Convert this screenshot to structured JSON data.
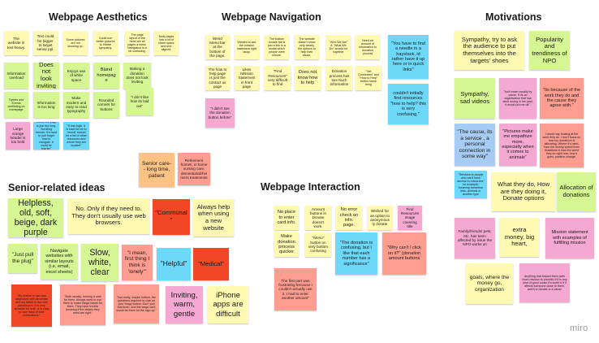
{
  "board": {
    "headings": {
      "aesthetics": "Webpage Aesthetics",
      "navigation": "Webpage Navigation",
      "motivations": "Motivations",
      "senior": "Senior-related ideas",
      "interaction": "Webpage Interaction"
    },
    "watermark": "miro",
    "notes": {
      "aesthetics": [
        "The website is text-heavy.",
        "Text could be bigger to target senior ppl.",
        "Some pictures are not showing up.",
        "Could use better pictures to invoke sympathy.",
        "The page layout of the head are all pages a mess. Navigation is a bit confusing.",
        "Most pages has a lot of blank space and text-aligned.",
        "Information overload",
        "Does not look inviting",
        "Enjoys use of white space",
        "Bland homepage",
        "Making a donation does not look inviting",
        "Tweets and Events conflicting on homepage",
        "Information is too long",
        "Make modern and easy to read typography",
        "Rounded corners for buttons",
        "\"I don't like how its laid out\"",
        "Large orange header is too bold",
        "\"I think the page is just too long. Scrolling forever. It's hard to just forget how to navigate. it could be shorter\"",
        "\"It has logic. It is hard for be to 'recruit' should be a list of other resources and where they are located\""
      ],
      "navigation": [
        "Weird Menu bar at the bottom of the page.",
        "Wanted to see the mission statement right away.",
        "The bottom donate tab is just a link to a modal which people were unsure.",
        "The website doesn't show very clearly the options to help their cause.",
        "\"Who We Are\" & \"What We Do\" should be together",
        "Need an amount of information to donation process",
        "\"You have to find a needle in a haystack, id rather have it up here or in quick links\"",
        "The how to help page is just the contact us page",
        "Likes Mission Statement in front page",
        "\"Find Resources\" very difficult to find",
        "Does not know how to help",
        "Donation process has too much information",
        "\"Get Connected\" and \"How to Help\" button same thing",
        "couldn't initially find resources \"how to help? this is very confusing.\"",
        "\"I didn't see the donation button before\""
      ],
      "motivations": [
        "Sympathy, try to ask the audience to put themselves into the targets' shoes",
        "Popularity and trendiness of NPO",
        "Sympathy, sad videos",
        "\"Isn't mean usually by cause. If its an organisation that has done wrong in the past, it would put me off.\"",
        "\"Its because of the work they do and the cause they agree with.\"",
        "\"The cause, its a service , a personal connection in some way\"",
        "\"Pictures make me empathize more, especially when it comes to animals\"",
        "I would say looking at the work they do. I don't focus on how my donations is allocating. Where it's used, how the money spend from donations is how the world they do right now, how it goes, positive change.",
        "\"Services to people who can't have access to resources\" for example: fostering homeless kids, animals or another type",
        "What they do, How are they doing it, Donate options",
        "Allocation of donations",
        "Family/friends/ pets, etc. has been affected by issue the NPO works on",
        "extra money, big heart,",
        "Mission statement with examples of fulfilling mission",
        "goals, where the money go, organization",
        "Anything that helped them (with more mission to provide) if it is any kind of good cause it's worth it if it affects someone close to them, worth to donate to a cause"
      ],
      "senior": [
        "Senior care-- long time, patient",
        "Retirement homes, in home nursing care, dementia/alzheimers treatments",
        "Helpless, old, soft, beige, dark purple",
        "No. Only if they need to. They don't usually use web browsers.",
        "\"Communal\"",
        "Always help when using a new website",
        "\"Just pull the plug\"",
        "Navigate websites with similar layouts (i.e. email, excel sheets)",
        "Slow, white, clear",
        "\"I mean, first thing I think is 'lonely'\"",
        "\"Helpful\"",
        "\"Medical\"",
        "\"My mother in law was diagnosed with dementia, and my father in law with parkinson's. It is very stressful for both. It is easy to lose track of their medications.\"",
        "\"Both usually, running a care for them. Always need to use them to make things easier for them. They have trouble knowing if the details they need are right.\"",
        "\"Not really, maybe bottom, the questions required to click on your Bingo button. Don't pull that knob. And the bingo card would be there for the sign up.\"",
        "Inviting, warm, gentle",
        "iPhone apps are difficult"
      ],
      "interaction": [
        "No place to enter card info.",
        "Amount buttons in Donate doesn't work.",
        "No error check on info. page.",
        "Wished for an option to anonymously donate",
        "Find Resources image covering title",
        "Make donation process quicker",
        "\"Menu\" button on very bottom confusing",
        "\"The donation is confusing, but I like that each number has a significance\"",
        "\"Why can't I click on it?\" (donation amount buttons",
        "The first part was frustrating because I couldn't actually use it, I had to enter another amount\""
      ]
    }
  }
}
